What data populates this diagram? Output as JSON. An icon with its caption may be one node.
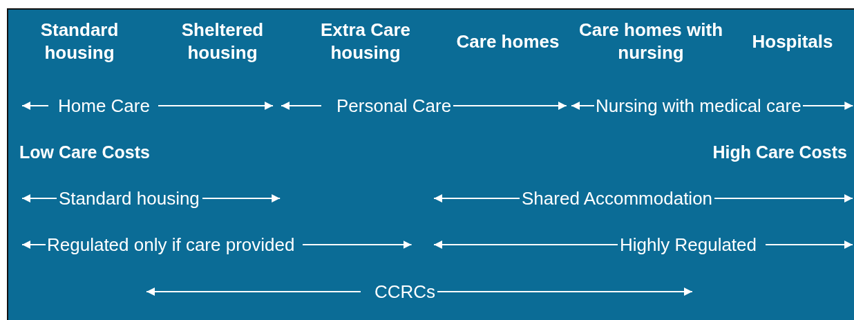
{
  "diagram": {
    "labels": [
      "Standard housing",
      "Sheltered housing",
      "Extra Care housing",
      "Care homes",
      "Care homes with nursing",
      "Hospitals",
      "Home Care",
      "Personal Care",
      "Nursing with medical care",
      "Low Care Costs",
      "High Care Costs",
      "Standard housing",
      "Shared Accommodation",
      "Regulated only if care provided",
      "Highly Regulated",
      "CCRCs"
    ]
  }
}
